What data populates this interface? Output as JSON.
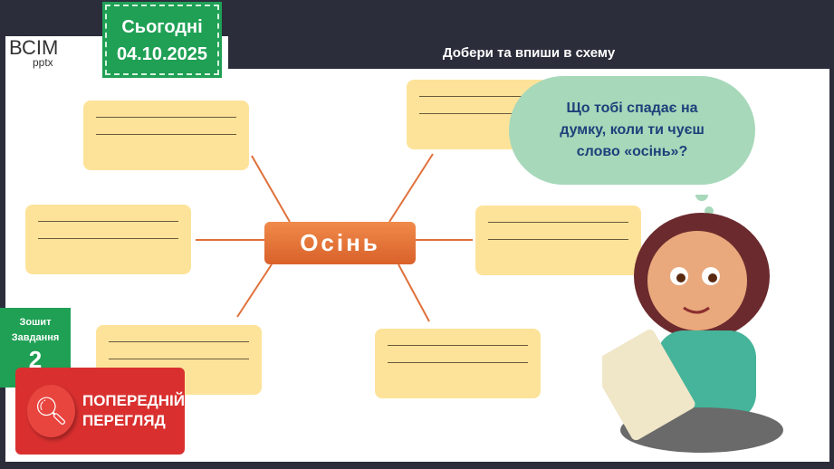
{
  "date_badge": {
    "label": "Сьогодні",
    "date": "04.10.2025"
  },
  "logo": {
    "text": "ВСІМ",
    "sub": "pptx"
  },
  "header": {
    "title": "Добери та впиши в схему"
  },
  "center": {
    "label": "Осінь"
  },
  "cloud": {
    "text": "Що тобі спадає на думку, коли ти чуєш слово «осінь»?"
  },
  "task": {
    "line1": "Зошит",
    "line2": "Завдання",
    "number": "2"
  },
  "preview": {
    "line1": "ПОПЕРЕДНІЙ",
    "line2": "ПЕРЕГЛЯД"
  },
  "colors": {
    "green": "#1fa055",
    "orange": "#e0703a",
    "box": "#fde39a",
    "dark": "#2b2d3b",
    "red": "#d9302f"
  }
}
